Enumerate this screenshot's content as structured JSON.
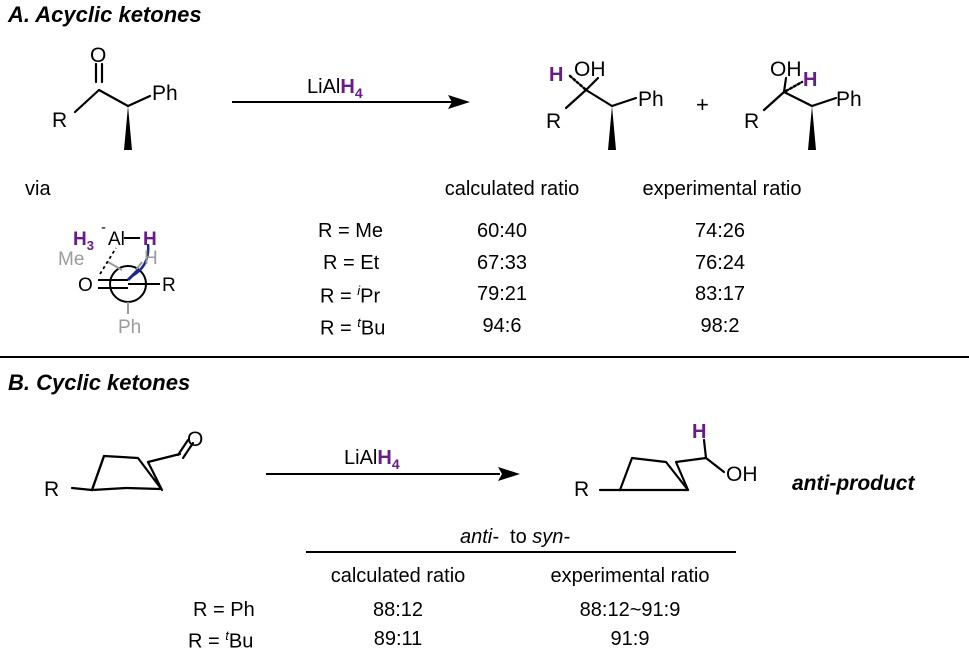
{
  "colors": {
    "purple": "#6a1b8a",
    "navy": "#1a2a8a",
    "gray": "#9b9b9b"
  },
  "section_a": {
    "heading": "A. Acyclic ketones",
    "reagent": {
      "prefix": "LiAl",
      "h": "H",
      "sub": "4"
    },
    "plus": "+",
    "via": "via",
    "table": {
      "col1": "calculated ratio",
      "col2": "experimental ratio",
      "rows": [
        {
          "pre": "R = ",
          "sup": "",
          "sub": "Me",
          "calc": "60:40",
          "exp": "74:26"
        },
        {
          "pre": "R = ",
          "sup": "",
          "sub": "Et",
          "calc": "67:33",
          "exp": "76:24"
        },
        {
          "pre": "R = ",
          "sup": "i",
          "sub": "Pr",
          "calc": "79:21",
          "exp": "83:17"
        },
        {
          "pre": "R = ",
          "sup": "t",
          "sub": "Bu",
          "calc": "94:6",
          "exp": "98:2"
        }
      ]
    },
    "atoms": {
      "O": "O",
      "R": "R",
      "Ph": "Ph",
      "OH": "OH",
      "H": "H",
      "Me": "Me",
      "Al": "Al",
      "H3": "H",
      "three": "3",
      "minus": "-"
    }
  },
  "section_b": {
    "heading": "B. Cyclic ketones",
    "reagent": {
      "prefix": "LiAl",
      "h": "H",
      "sub": "4"
    },
    "product_label": "anti-product",
    "table": {
      "caption_anti": "anti-",
      "caption_to": "to",
      "caption_syn": "syn-",
      "col1": "calculated ratio",
      "col2": "experimental ratio",
      "rows": [
        {
          "pre": "R = ",
          "sup": "",
          "sub": "Ph",
          "calc": "88:12",
          "exp": "88:12~91:9"
        },
        {
          "pre": "R = ",
          "sup": "t",
          "sub": "Bu",
          "calc": "89:11",
          "exp": "91:9"
        }
      ]
    },
    "atoms": {
      "O": "O",
      "R": "R",
      "OH": "OH",
      "H": "H"
    }
  }
}
